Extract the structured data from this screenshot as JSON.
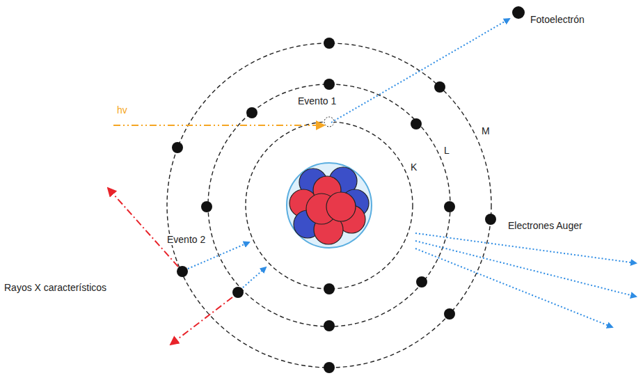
{
  "diagram": {
    "labels": [
      "Fotoelectrón",
      "Evento 1",
      "hv",
      "K",
      "L",
      "M",
      "Evento 2",
      "Electrones Auger",
      "Rayos X característicos"
    ]
  }
}
